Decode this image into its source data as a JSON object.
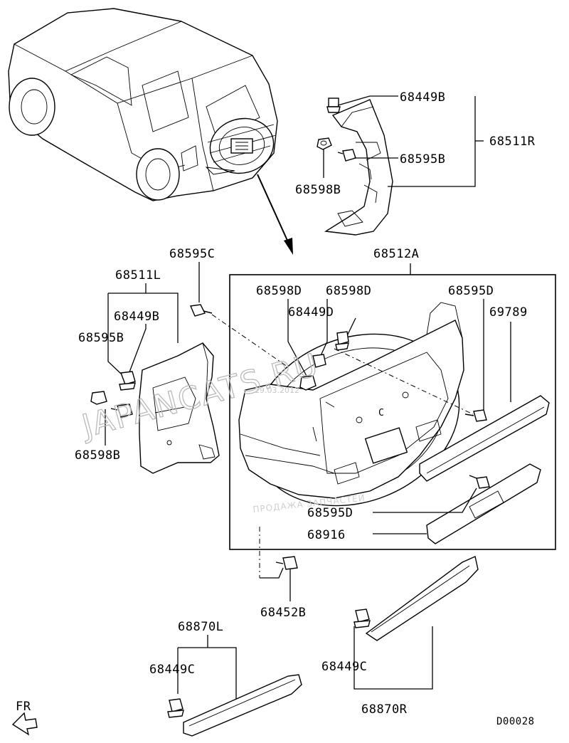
{
  "watermark": {
    "text": "JAPANCATS.RU",
    "date": "19.03.2012",
    "sub": "ПРОДАЖА ЗАПЧАСТЕЙ"
  },
  "diagram_code": "D00028",
  "front_indicator": "FR",
  "labels": {
    "p68449B_top": "68449B",
    "p68511R": "68511R",
    "p68595B_top": "68595B",
    "p68598B_top": "68598B",
    "p68595C": "68595C",
    "p68512A": "68512A",
    "p68511L": "68511L",
    "p68598D_1": "68598D",
    "p68598D_2": "68598D",
    "p68595D_top": "68595D",
    "p68449D": "68449D",
    "p69789": "69789",
    "p68449B_left": "68449B",
    "p68595B_left": "68595B",
    "p68598B_left": "68598B",
    "p68595D_bottom": "68595D",
    "p68916": "68916",
    "p68452B": "68452B",
    "p68870L": "68870L",
    "p68449C_left": "68449C",
    "p68449C_right": "68449C",
    "p68870R": "68870R"
  }
}
